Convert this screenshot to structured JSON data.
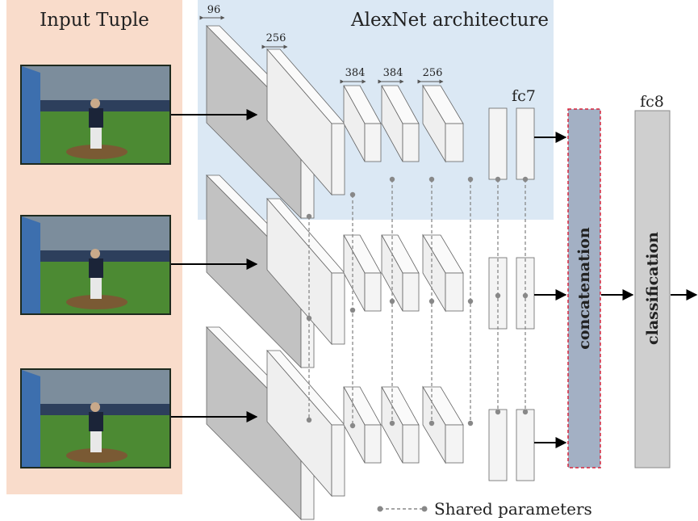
{
  "input_panel": {
    "title": "Input Tuple",
    "frame_count": 3
  },
  "alexnet_panel": {
    "title": "AlexNet architecture"
  },
  "filter_labels": {
    "conv1": "96",
    "conv2": "256",
    "conv3": "384",
    "conv4": "384",
    "conv5": "256",
    "fc6": "fc7",
    "fc8": "fc8"
  },
  "concatenation": {
    "label": "concatenation"
  },
  "classification": {
    "label": "classification"
  },
  "legend": {
    "shared_label": "Shared parameters"
  },
  "colors": {
    "input_bg": "#f9dccb",
    "alexnet_bg": "#dbe8f4",
    "conv1_face": "#c2c2c2",
    "layer_face": "#efefef",
    "concat_fill": "#a3b0c4",
    "concat_border": "#d7263d",
    "classification_fill": "#cfcfcf",
    "sky": "#7c8d9c",
    "grass": "#4c8a33"
  }
}
